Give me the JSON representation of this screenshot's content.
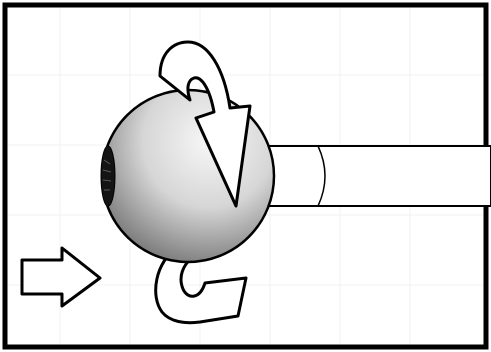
{
  "figure": {
    "elements": [
      "eyeball",
      "pupil",
      "optic-nerve-stalk",
      "rotation-arrow-top",
      "rotation-arrow-bottom",
      "direction-arrow"
    ],
    "colors": {
      "frame": "#000000",
      "background": "#ffffff",
      "grid_line": "#f2f2f2",
      "eyeball_highlight": "#f4f4f4",
      "eyeball_shadow": "#7a7a7a",
      "arrow_fill": "#ffffff",
      "outline": "#000000"
    }
  }
}
